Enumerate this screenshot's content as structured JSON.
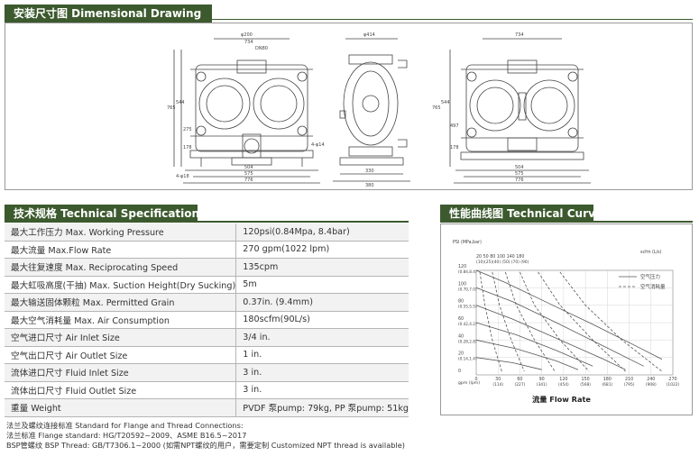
{
  "sections": {
    "dimensional": "安装尺寸图 Dimensional Drawing",
    "specs": "技术规格 Technical Specifications",
    "curve": "性能曲线图 Technical Curve"
  },
  "drawing": {
    "front": {
      "w776": "776",
      "w575": "575",
      "w504": "504",
      "w734": "734",
      "h765": "765",
      "h544": "544",
      "h178": "178",
      "h275": "275",
      "d200": "φ200",
      "dn80": "DN80",
      "n4": "4-φ18"
    },
    "side": {
      "d414": "φ414",
      "w330": "330",
      "w380": "380",
      "n4": "4-φ14"
    },
    "right": {
      "w734": "734",
      "w504": "504",
      "w575": "575",
      "w776": "776",
      "h765": "765",
      "h544": "544",
      "h497": "497",
      "h178": "178"
    }
  },
  "specs": [
    {
      "label": "最大工作压力  Max. Working Pressure",
      "value": "120psi(0.84Mpa, 8.4bar)"
    },
    {
      "label": "最大流量  Max.Flow Rate",
      "value": "270 gpm(1022 lpm)"
    },
    {
      "label": "最大往复速度  Max. Reciprocating Speed",
      "value": "135cpm"
    },
    {
      "label": "最大虹吸高度(干抽)  Max. Suction Height(Dry Sucking)",
      "value": "5m"
    },
    {
      "label": "最大输送固体颗粒  Max. Permitted Grain",
      "value": "0.37in. (9.4mm)"
    },
    {
      "label": "最大空气消耗量  Max. Air Consumption",
      "value": "180scfm(90L/s)"
    },
    {
      "label": "空气进口尺寸  Air Inlet Size",
      "value": "3/4 in."
    },
    {
      "label": "空气出口尺寸  Air Outlet Size",
      "value": "1 in."
    },
    {
      "label": "流体进口尺寸  Fluid Inlet Size",
      "value": "3 in."
    },
    {
      "label": "流体出口尺寸  Fluid Outlet Size",
      "value": "3 in."
    },
    {
      "label": "重量  Weight",
      "value": "PVDF 泵pump: 79kg, PP 泵pump: 51kg"
    }
  ],
  "notes": [
    "法兰及螺纹连接标准 Standard for Flange and Thread Connections:",
    "法兰标准 Flange standard: HG/T20592~2009、ASME B16.5~2017",
    "BSP管螺纹 BSP Thread: GB/T7306.1~2000 (如需NPT螺纹的用户，需要定制 Customized NPT thread is available)"
  ],
  "chart_data": {
    "type": "line",
    "title": "",
    "xlabel": "流量 Flow Rate",
    "ylabel": "PSI (MPa,bar)",
    "y2label": "scfm (L/s)",
    "x_unit": "gpm (lpm)",
    "xlim": [
      0,
      270
    ],
    "ylim": [
      0,
      120
    ],
    "x_ticks": [
      {
        "v": 0,
        "label": "0",
        "sub": ""
      },
      {
        "v": 30,
        "label": "30",
        "sub": "(114)"
      },
      {
        "v": 60,
        "label": "60",
        "sub": "(227)"
      },
      {
        "v": 90,
        "label": "90",
        "sub": "(341)"
      },
      {
        "v": 120,
        "label": "120",
        "sub": "(454)"
      },
      {
        "v": 150,
        "label": "150",
        "sub": "(568)"
      },
      {
        "v": 180,
        "label": "180",
        "sub": "(681)"
      },
      {
        "v": 210,
        "label": "210",
        "sub": "(795)"
      },
      {
        "v": 240,
        "label": "240",
        "sub": "(908)"
      },
      {
        "v": 270,
        "label": "270",
        "sub": "(1022)"
      }
    ],
    "y_ticks": [
      {
        "v": 0,
        "label": "0",
        "sub": ""
      },
      {
        "v": 20,
        "label": "20",
        "sub": "(0.14,1.4)"
      },
      {
        "v": 40,
        "label": "40",
        "sub": "(0.28,2.8)"
      },
      {
        "v": 60,
        "label": "60",
        "sub": "(0.42,4.2)"
      },
      {
        "v": 80,
        "label": "80",
        "sub": "(0.55,5.5)"
      },
      {
        "v": 100,
        "label": "100",
        "sub": "(0.70,7.0)"
      },
      {
        "v": 120,
        "label": "120",
        "sub": "(0.84,8.4)"
      }
    ],
    "air_labels_top": "20  50  80  100  140  180",
    "air_labels_sub": "(10)(25)(40)  (50)  (70)  (90)",
    "legend": [
      {
        "name": "空气压力",
        "style": "solid"
      },
      {
        "name": "空气消耗量",
        "style": "dashed"
      }
    ],
    "series": [
      {
        "style": "solid",
        "points": [
          [
            0,
            120
          ],
          [
            40,
            106
          ],
          [
            100,
            82
          ],
          [
            160,
            58
          ],
          [
            215,
            35
          ],
          [
            255,
            18
          ]
        ]
      },
      {
        "style": "solid",
        "points": [
          [
            0,
            100
          ],
          [
            50,
            84
          ],
          [
            110,
            60
          ],
          [
            175,
            33
          ],
          [
            230,
            10
          ]
        ]
      },
      {
        "style": "solid",
        "points": [
          [
            0,
            80
          ],
          [
            50,
            64
          ],
          [
            110,
            42
          ],
          [
            175,
            18
          ],
          [
            205,
            6
          ]
        ]
      },
      {
        "style": "solid",
        "points": [
          [
            0,
            60
          ],
          [
            55,
            46
          ],
          [
            110,
            28
          ],
          [
            160,
            10
          ]
        ]
      },
      {
        "style": "solid",
        "points": [
          [
            0,
            40
          ],
          [
            55,
            30
          ],
          [
            110,
            16
          ],
          [
            140,
            6
          ]
        ]
      },
      {
        "style": "solid",
        "points": [
          [
            0,
            20
          ],
          [
            50,
            14
          ],
          [
            90,
            6
          ]
        ]
      },
      {
        "style": "dashed",
        "points": [
          [
            5,
            118
          ],
          [
            12,
            80
          ],
          [
            22,
            40
          ],
          [
            35,
            4
          ]
        ]
      },
      {
        "style": "dashed",
        "points": [
          [
            22,
            118
          ],
          [
            32,
            80
          ],
          [
            48,
            40
          ],
          [
            66,
            4
          ]
        ]
      },
      {
        "style": "dashed",
        "points": [
          [
            40,
            118
          ],
          [
            55,
            80
          ],
          [
            80,
            40
          ],
          [
            108,
            4
          ]
        ]
      },
      {
        "style": "dashed",
        "points": [
          [
            60,
            118
          ],
          [
            80,
            80
          ],
          [
            115,
            40
          ],
          [
            155,
            4
          ]
        ]
      },
      {
        "style": "dashed",
        "points": [
          [
            85,
            118
          ],
          [
            115,
            80
          ],
          [
            160,
            40
          ],
          [
            205,
            4
          ]
        ]
      },
      {
        "style": "dashed",
        "points": [
          [
            115,
            118
          ],
          [
            150,
            80
          ],
          [
            200,
            40
          ],
          [
            255,
            4
          ]
        ]
      }
    ]
  }
}
